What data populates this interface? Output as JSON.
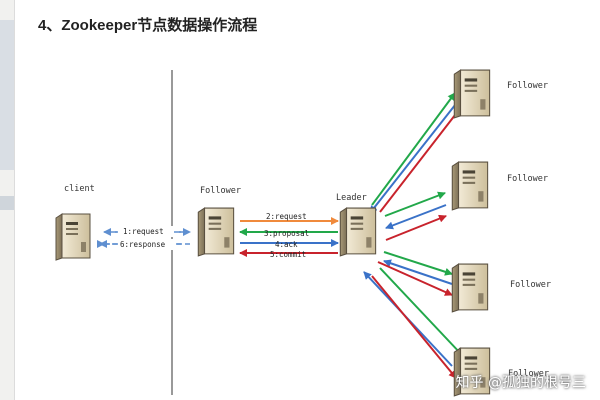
{
  "heading": "4、Zookeeper节点数据操作流程",
  "diagram": {
    "nodes": {
      "client": "client",
      "follower": "Follower",
      "leader": "Leader",
      "follower_1": "Follower",
      "follower_2": "Follower",
      "follower_3": "Follower",
      "follower_4": "Follower"
    },
    "messages": {
      "m1": "1:request",
      "m2": "2:request",
      "m3": "3:proposal",
      "m4": "4:ack",
      "m5": "5:commit",
      "m6": "6:response"
    },
    "colors": {
      "request": "#f08a3c",
      "proposal": "#22a84a",
      "ack": "#3a72c8",
      "commit": "#c8232c",
      "client_link": "#5f8fd0"
    }
  },
  "watermark": "知乎 @孤独的根号三"
}
